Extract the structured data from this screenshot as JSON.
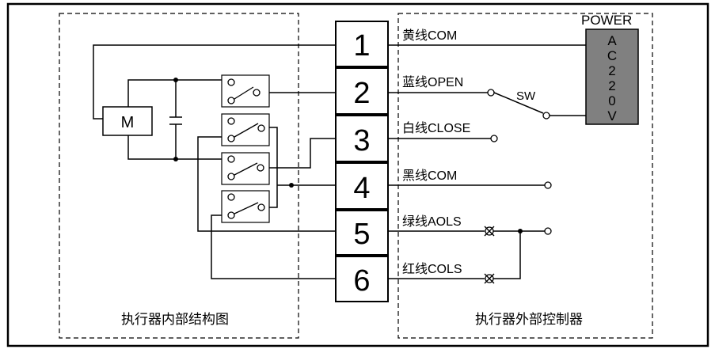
{
  "internal_title": "执行器内部结构图",
  "external_title": "执行器外部控制器",
  "motor_label": "M",
  "terminals": [
    "1",
    "2",
    "3",
    "4",
    "5",
    "6"
  ],
  "wires": [
    "黄线COM",
    "蓝线OPEN",
    "白线CLOSE",
    "黑线COM",
    "绿线AOLS",
    "红线COLS"
  ],
  "switch_label": "SW",
  "power": {
    "title": "POWER",
    "chars": [
      "A",
      "C",
      "2",
      "2",
      "0",
      "V"
    ],
    "box_color": "#808080"
  }
}
